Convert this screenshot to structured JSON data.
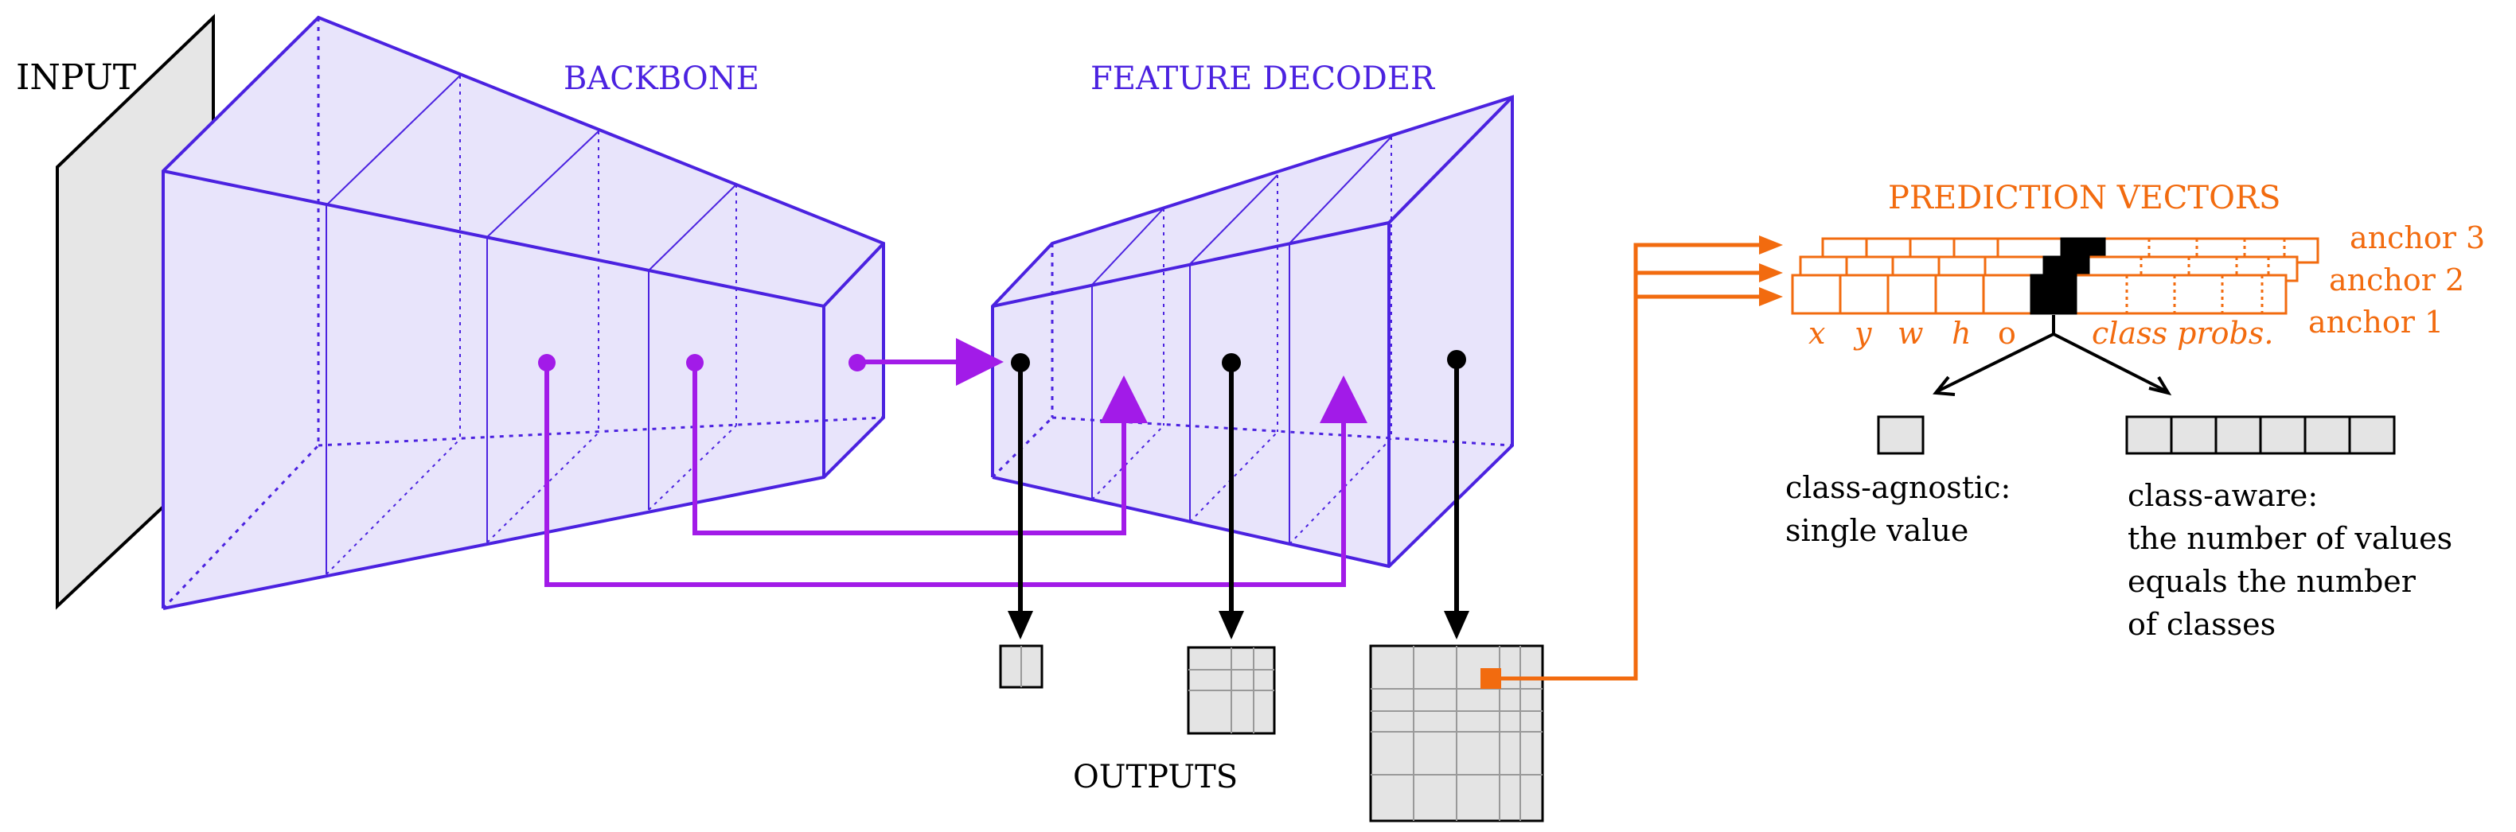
{
  "labels": {
    "input": "INPUT",
    "backbone": "BACKBONE",
    "feature_decoder": "FEATURE DECODER",
    "outputs": "OUTPUTS",
    "prediction_vectors": "PREDICTION VECTORS",
    "anchor_1": "anchor 1",
    "anchor_2": "anchor 2",
    "anchor_3": "anchor 3",
    "vector_fields": {
      "x": "x",
      "y": "y",
      "w": "w",
      "h": "h",
      "o": "o",
      "class_probs": "class probs."
    },
    "class_agnostic": [
      "class-agnostic:",
      "single value"
    ],
    "class_aware": [
      "class-aware:",
      "the number of values",
      "equals the number",
      "of classes"
    ]
  },
  "colors": {
    "backbone": "#4b22e0",
    "volume_fill": "#e8e4fb",
    "skip": "#a21be8",
    "output_arrow": "#000000",
    "prediction": "#f26b0f",
    "output_fill": "#e4e4e4",
    "input_fill": "#e6e6e6"
  }
}
